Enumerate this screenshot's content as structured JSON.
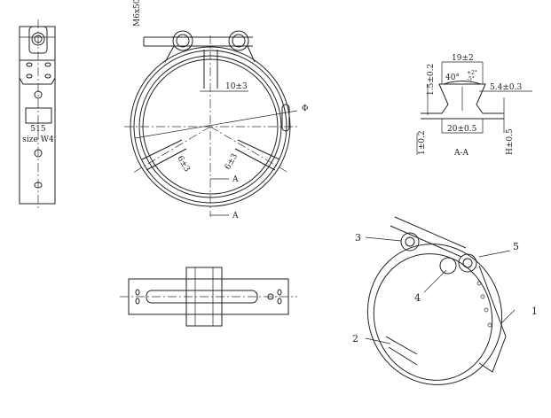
{
  "side_view": {
    "part_number": "515",
    "size_label": "size W4"
  },
  "front_view": {
    "bolt_spec": "M6x50",
    "gap_dim": "10±3",
    "diameter_symbol": "Φ",
    "spoke_width_left": "6±3",
    "spoke_width_right": "6±3",
    "section_mark_top": "A",
    "section_mark_bottom": "A"
  },
  "section_view": {
    "top_width": "19±2",
    "angle": "40°",
    "angle_tol_upper": "+2°",
    "angle_tol_lower": "-5°",
    "lip_height": "1.5±0.2",
    "depth": "5.4±0.3",
    "thickness": "1±0.2",
    "base_width": "20±0.5",
    "height": "H±0.5",
    "title": "A-A"
  },
  "isometric_view": {
    "callouts": [
      "1",
      "2",
      "3",
      "4",
      "5"
    ]
  }
}
